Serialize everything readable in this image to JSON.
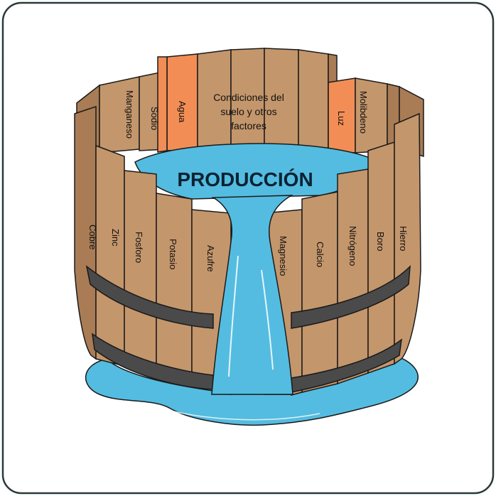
{
  "title": "PRODUCCIÓN",
  "colors": {
    "wood": "#c4966c",
    "wood_dark": "#a97c55",
    "highlight": "#f28e55",
    "water": "#54bce0",
    "water_light": "#8ed6ee",
    "band": "#4a4a4a",
    "outline": "#1a1a1a",
    "frame": "#2a3a3a"
  },
  "staves": {
    "back_center": "Condiciones del suelo y otros factores",
    "back_center_lines": [
      "Condiciones del",
      "suelo y otros",
      "factores"
    ],
    "back_left": [
      "Manganeso",
      "Sodio",
      "Agua"
    ],
    "back_right": [
      "Luz",
      "Molibdeno"
    ],
    "front_left": [
      "Cobre",
      "Zinc",
      "Fosforo",
      "Potasio",
      "Azufre"
    ],
    "front_right": [
      "Magnesio",
      "Calcio",
      "Nitrógeno",
      "Boro",
      "Hierro"
    ]
  },
  "highlighted": [
    "Agua",
    "Luz"
  ]
}
